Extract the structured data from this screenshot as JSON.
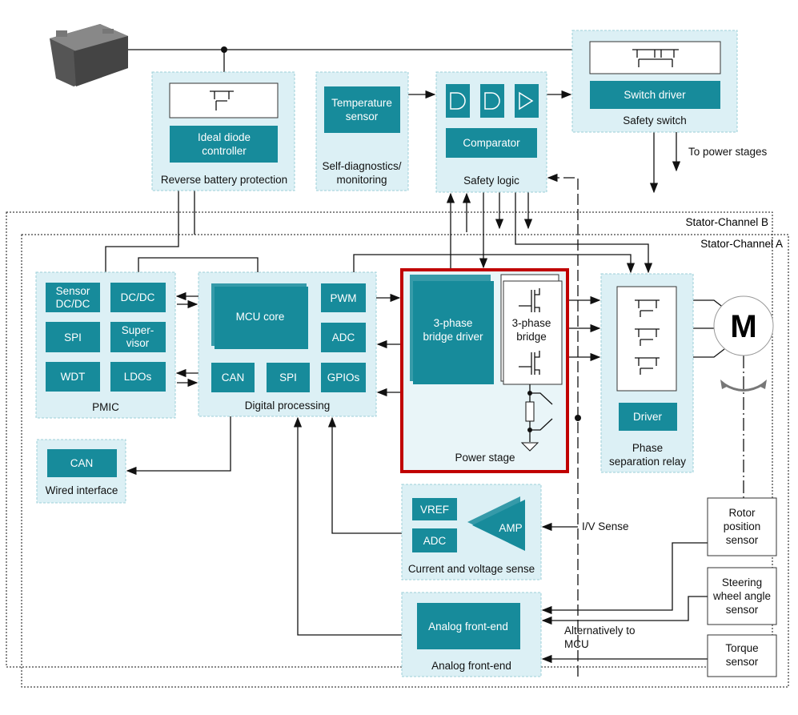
{
  "reverse_battery": {
    "block": "Ideal diode\ncontroller",
    "line1": "Ideal diode",
    "line2": "controller",
    "label": "Reverse battery protection"
  },
  "self_diag": {
    "line1": "Temperature",
    "line2": "sensor",
    "label1": "Self-diagnostics/",
    "label2": "monitoring"
  },
  "safety_logic": {
    "comparator": "Comparator",
    "label": "Safety logic"
  },
  "safety_switch": {
    "driver": "Switch driver",
    "label": "Safety switch",
    "note": "To power stages"
  },
  "channels": {
    "b": "Stator-Channel B",
    "a": "Stator-Channel A"
  },
  "pmic": {
    "sensor1": "Sensor",
    "sensor2": "DC/DC",
    "dcdc": "DC/DC",
    "spi": "SPI",
    "sup1": "Super-",
    "sup2": "visor",
    "wdt": "WDT",
    "ldos": "LDOs",
    "label": "PMIC"
  },
  "digital": {
    "mcu": "MCU core",
    "pwm": "PWM",
    "adc": "ADC",
    "can": "CAN",
    "spi": "SPI",
    "gpios": "GPIOs",
    "label": "Digital processing"
  },
  "power_stage": {
    "driver1": "3-phase",
    "driver2": "bridge driver",
    "bridge1": "3-phase",
    "bridge2": "bridge",
    "label": "Power stage",
    "highlight_color": "#c00000"
  },
  "relay": {
    "driver": "Driver",
    "label1": "Phase",
    "label2": "separation relay"
  },
  "motor": {
    "label": "M"
  },
  "wired": {
    "can": "CAN",
    "label": "Wired interface"
  },
  "sense": {
    "vref": "VREF",
    "adc": "ADC",
    "amp": "AMP",
    "label": "Current and voltage sense",
    "iv": "I/V Sense"
  },
  "afe": {
    "block": "Analog front-end",
    "label": "Analog front-end",
    "alt1": "Alternatively to",
    "alt2": "MCU"
  },
  "sensors": {
    "rotor": [
      "Rotor",
      "position",
      "sensor"
    ],
    "steering": [
      "Steering",
      "wheel angle",
      "sensor"
    ],
    "torque": [
      "Torque",
      "sensor"
    ]
  },
  "colors": {
    "teal": "#178b9b",
    "panel": "#dcf0f5",
    "highlight": "#c00000"
  }
}
